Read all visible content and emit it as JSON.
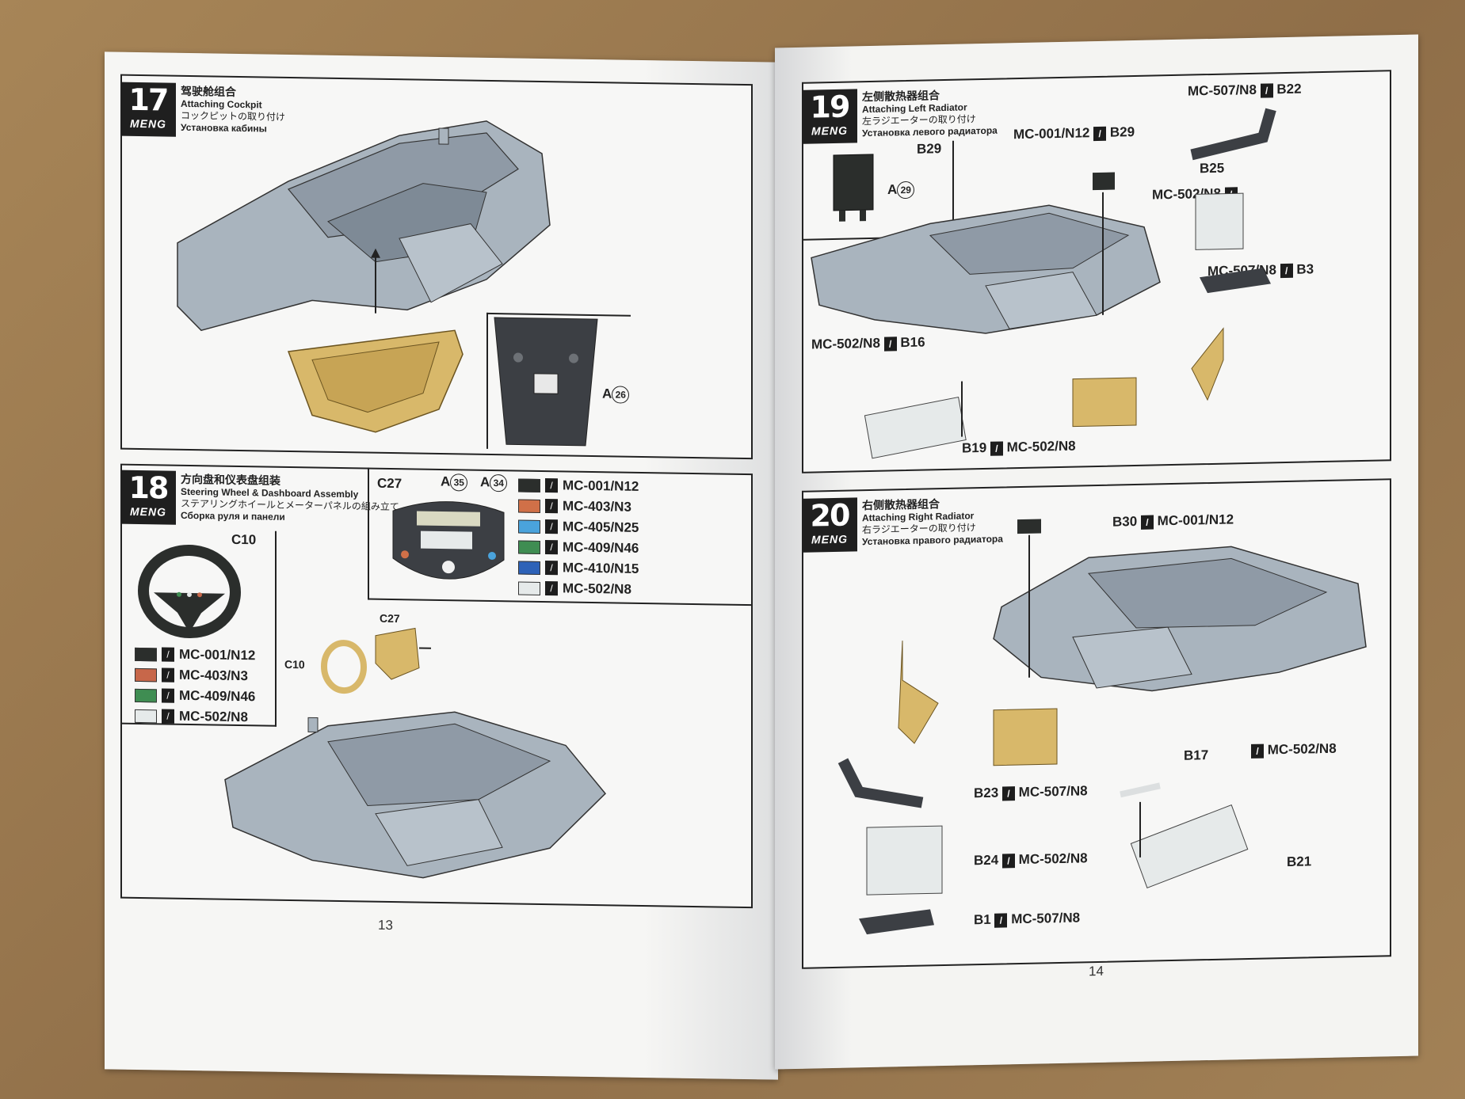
{
  "brand": "MENG",
  "steps": [
    {
      "number": "17",
      "zh": "驾驶舱组合",
      "en": "Attaching Cockpit",
      "ja": "コックピットの取り付け",
      "ru": "Установка кабины"
    },
    {
      "number": "18",
      "zh": "方向盘和仪表盘组装",
      "en": "Steering Wheel & Dashboard Assembly",
      "ja": "ステアリングホイールとメーターパネルの組み立て",
      "ru": "Сборка руля и панели"
    },
    {
      "number": "19",
      "zh": "左侧散热器组合",
      "en": "Attaching Left Radiator",
      "ja": "左ラジエーターの取り付け",
      "ru": "Установка левого радиатора"
    },
    {
      "number": "20",
      "zh": "右侧散热器组合",
      "en": "Attaching Right Radiator",
      "ja": "右ラジエーターの取り付け",
      "ru": "Установка правого радиатора"
    }
  ],
  "labels": {
    "a26": "A",
    "a26_num": "26",
    "c10": "C10",
    "c10_small": "C10",
    "c27": "C27",
    "c27_small": "C27",
    "a35": "A",
    "a35_num": "35",
    "a34": "A",
    "a34_num": "34",
    "b29": "B29",
    "a29": "A",
    "a29_num": "29",
    "mc001_b29_paint": "MC-001/N12",
    "mc001_b29_part": "B29",
    "mc507_b22_paint": "MC-507/N8",
    "mc507_b22_part": "B22",
    "b25": "B25",
    "mc502_b25": "MC-502/N8",
    "mc507_b3_paint": "MC-507/N8",
    "mc507_b3_part": "B3",
    "mc502_b16_paint": "MC-502/N8",
    "mc502_b16_part": "B16",
    "b19_part": "B19",
    "b19_paint": "MC-502/N8",
    "b30_part": "B30",
    "b30_paint": "MC-001/N12",
    "b17": "B17",
    "b17_paint": "MC-502/N8",
    "b23_part": "B23",
    "b23_paint": "MC-507/N8",
    "b24_part": "B24",
    "b24_paint": "MC-502/N8",
    "b21": "B21",
    "b1_part": "B1",
    "b1_paint": "MC-507/N8"
  },
  "dash_legend": [
    {
      "code": "MC-001/N12",
      "color": "#2b2e2c"
    },
    {
      "code": "MC-403/N3",
      "color": "#d07048"
    },
    {
      "code": "MC-405/N25",
      "color": "#4aa3dc"
    },
    {
      "code": "MC-409/N46",
      "color": "#3f8d52"
    },
    {
      "code": "MC-410/N15",
      "color": "#2d62b8"
    },
    {
      "code": "MC-502/N8",
      "color": "#e6eaea"
    }
  ],
  "wheel_legend": [
    {
      "code": "MC-001/N12",
      "color": "#2b2e2c"
    },
    {
      "code": "MC-403/N3",
      "color": "#c7674a"
    },
    {
      "code": "MC-409/N46",
      "color": "#3f8d52"
    },
    {
      "code": "MC-502/N8",
      "color": "#e6eaea"
    }
  ],
  "page_numbers": {
    "left": "13",
    "right": "14"
  },
  "colors": {
    "part_grey": "#a9b4be",
    "part_tan": "#d8b86a",
    "part_dark": "#3c3f44"
  }
}
